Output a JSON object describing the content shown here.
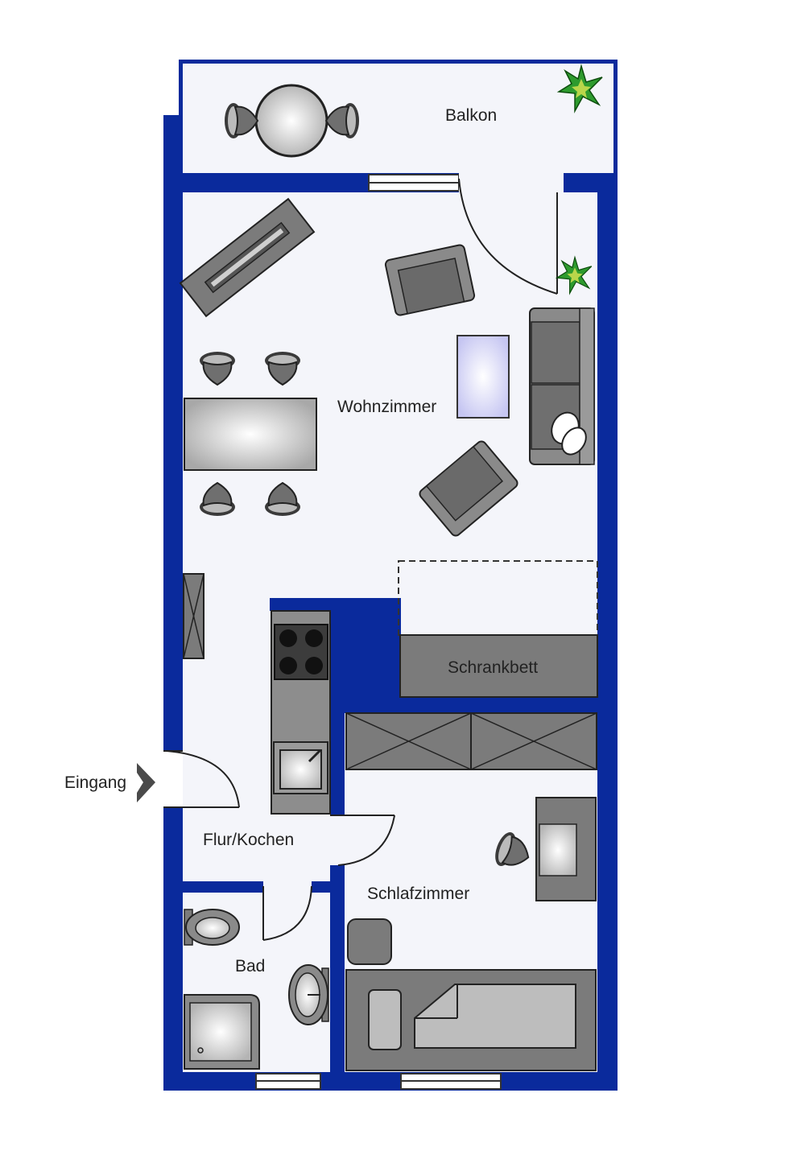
{
  "colors": {
    "wall": "#0a2a9c",
    "floor": "#f4f5fa",
    "furniture": "#7b7b7b",
    "furniture_light": "#c8c8c8",
    "plant": "#2e9b2e"
  },
  "rooms": {
    "balkon": "Balkon",
    "wohnzimmer": "Wohnzimmer",
    "schrankbett": "Schrankbett",
    "eingang": "Eingang",
    "flur_kochen": "Flur/Kochen",
    "schlafzimmer": "Schlafzimmer",
    "bad": "Bad"
  },
  "icons": [
    "plant-icon",
    "entrance-arrow-icon",
    "chair-icon",
    "stove-icon",
    "sink-icon",
    "toilet-icon",
    "shower-icon",
    "bed-icon",
    "sofa-icon",
    "armchair-icon",
    "wardrobe-icon",
    "table-icon"
  ]
}
